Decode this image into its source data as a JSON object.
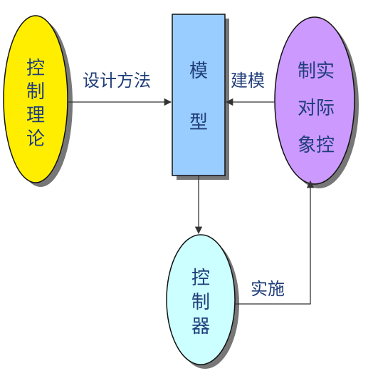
{
  "nodes": {
    "control_theory": {
      "label_lines": [
        "控",
        "制",
        "理",
        "论"
      ],
      "fill": "#ffee00"
    },
    "model": {
      "label_lines": [
        "模",
        "型"
      ],
      "fill": "#99ccff"
    },
    "controlled_object": {
      "label_lines": [
        "制实",
        "对际",
        "象控"
      ],
      "fill": "#cc99ff"
    },
    "controller": {
      "label_lines": [
        "控",
        "制",
        "器"
      ],
      "fill": "#ccffff"
    }
  },
  "edges": {
    "design_method": {
      "label": "设计方法"
    },
    "modeling": {
      "label": "建模"
    },
    "implementation": {
      "label": "实施"
    }
  },
  "colors": {
    "outline": "#111111",
    "shadow": "#777777",
    "text": "#1f3d7a",
    "arrow": "#333333"
  }
}
